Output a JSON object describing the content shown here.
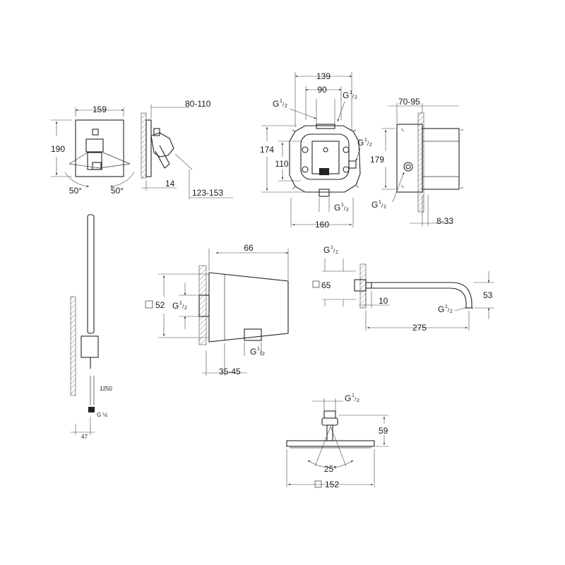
{
  "colors": {
    "line": "#222222",
    "background": "#ffffff"
  },
  "mixer_front": {
    "width": "159",
    "height": "190",
    "angle_left": "50°",
    "angle_right": "50°"
  },
  "mixer_side": {
    "depth": "80-110",
    "projection": "14",
    "spout_range": "123-153"
  },
  "rough_in_front": {
    "width_outer": "139",
    "width_inner": "90",
    "height_outer": "174",
    "height_inner": "110",
    "base_width": "160",
    "thread_top_left": "G",
    "thread_top_right": "G",
    "thread_right": "G",
    "thread_bottom": "G",
    "fraction_num": "1",
    "fraction_den": "2"
  },
  "rough_in_side": {
    "depth": "70-95",
    "height": "179",
    "thread": "G",
    "wall_range": "8-33",
    "fraction_num": "1",
    "fraction_den": "2"
  },
  "hand_shower": {
    "hose": "1250",
    "thread": "G ½",
    "offset": "47"
  },
  "wall_outlet": {
    "depth": "66",
    "size": "52",
    "thread": "G",
    "range": "35-45",
    "thread_bottom": "G",
    "fraction_num": "1",
    "fraction_den": "2"
  },
  "bath_spout": {
    "thread_top": "G",
    "size": "65",
    "wall_gap": "10",
    "height": "53",
    "thread_outlet": "G",
    "length": "275",
    "fraction_num": "1",
    "fraction_den": "2"
  },
  "head_shower": {
    "thread": "G",
    "height": "59",
    "angle": "25°",
    "size": "152",
    "fraction_num": "1",
    "fraction_den": "2"
  }
}
